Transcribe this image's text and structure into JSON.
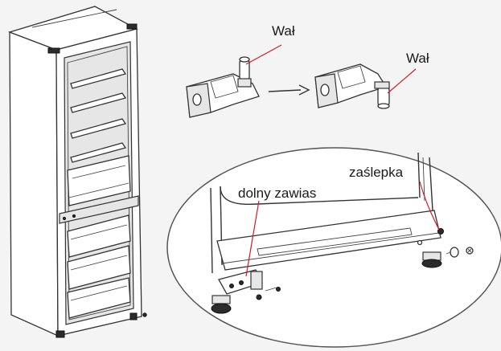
{
  "labels": {
    "shaft_top": "Wał",
    "shaft_right": "Wał",
    "bottom_hinge": "dolny zawias",
    "plug": "zaślepka"
  },
  "colors": {
    "background": "#f4f4f4",
    "line": "#333333",
    "leader": "#d11a2a"
  }
}
